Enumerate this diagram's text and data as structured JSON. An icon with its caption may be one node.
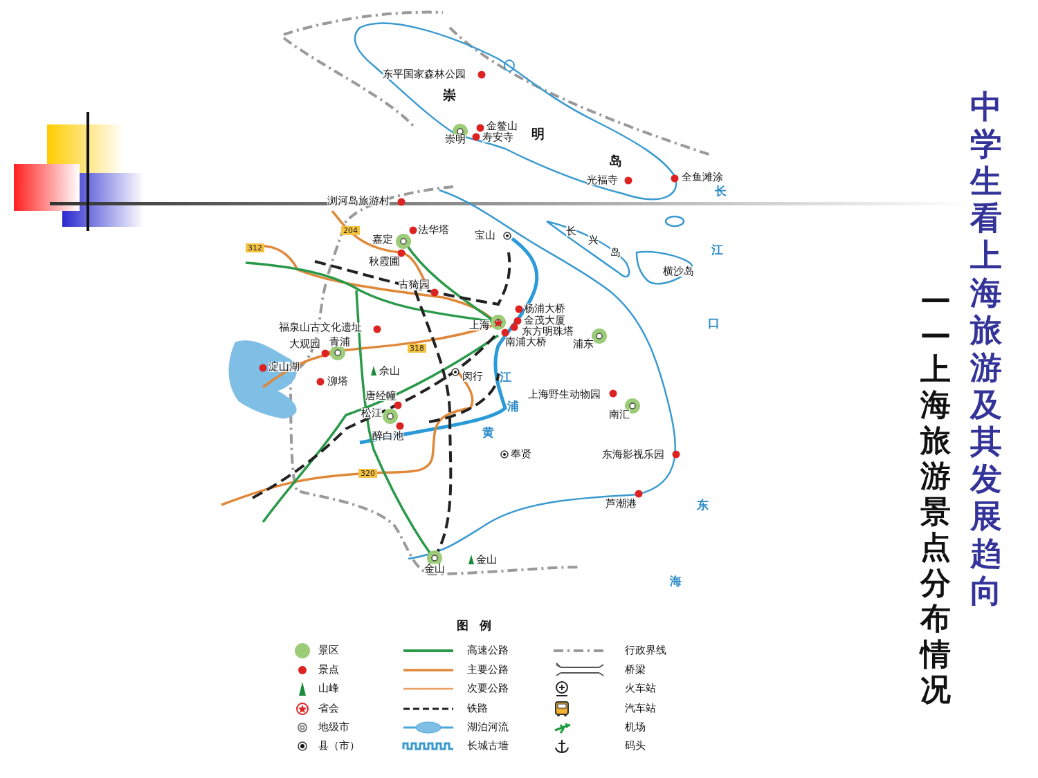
{
  "diagram": {
    "title": "中学生看上海旅游及其发展趋向",
    "labels": [
      "——上海旅游景点分布情况",
      "东平国家森林公园",
      "崇",
      "金鳌山",
      "崇明",
      "寿安寺",
      "明",
      "岛",
      "光福寺",
      "全鱼滩涂",
      "长",
      "浏河岛旅游村",
      "204",
      "法华塔",
      "嘉定",
      "宝山",
      "312",
      "长",
      "秋霞圃",
      "兴",
      "江",
      "岛",
      "横沙岛",
      "古猗园",
      "杨浦大桥",
      "口",
      "金茂大厦",
      "上海",
      "福泉山古文化遗址",
      "东方明珠塔",
      "南浦大桥",
      "大观园",
      "青浦",
      "浦东",
      "318",
      "淀山湖",
      "佘山",
      "闵行",
      "江",
      "泖塔",
      "上海野生动物园",
      "唐经幢",
      "浦",
      "南汇",
      "松江",
      "黄",
      "醉白池",
      "奉贤",
      "东海影视乐园",
      "320",
      "芦潮港",
      "东",
      "金山",
      "金山",
      "海",
      "图 例"
    ],
    "legend": [
      {
        "text": "景区"
      },
      {
        "text": "景点"
      },
      {
        "text": "山峰"
      },
      {
        "text": "省会"
      },
      {
        "text": "地级市"
      },
      {
        "text": "县（市）"
      },
      {
        "text": "高速公路"
      },
      {
        "text": "主要公路"
      },
      {
        "text": "次要公路"
      },
      {
        "text": "铁路"
      },
      {
        "text": "湖泊河流"
      },
      {
        "text": "长城古墙"
      },
      {
        "text": "行政界线"
      },
      {
        "text": "桥梁"
      },
      {
        "text": "火车站"
      },
      {
        "text": "汽车站"
      },
      {
        "text": "机场"
      },
      {
        "text": "码头"
      }
    ]
  }
}
